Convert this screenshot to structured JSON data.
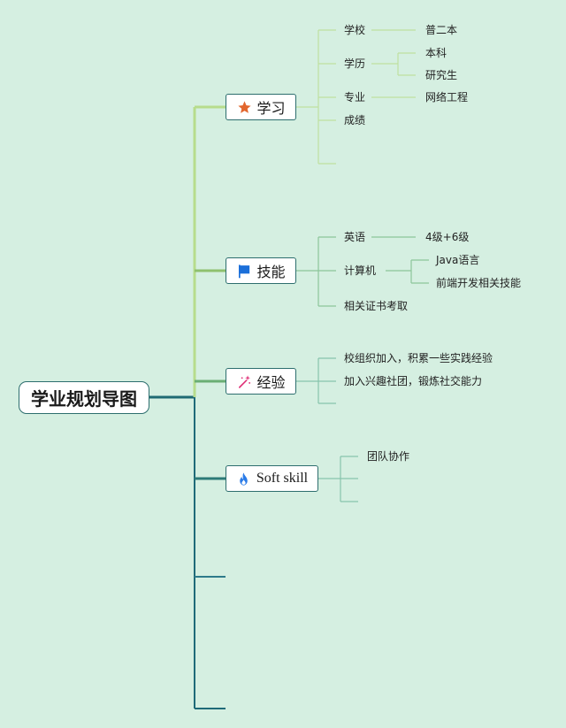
{
  "root": {
    "label": "学业规划导图"
  },
  "branches": [
    {
      "label": "学习",
      "icon": "star-icon",
      "children": [
        {
          "label": "学校",
          "children": [
            {
              "label": "普二本"
            }
          ]
        },
        {
          "label": "学历",
          "children": [
            {
              "label": "本科"
            },
            {
              "label": "研究生"
            }
          ]
        },
        {
          "label": "专业",
          "children": [
            {
              "label": "网络工程"
            }
          ]
        },
        {
          "label": "成绩"
        }
      ]
    },
    {
      "label": "技能",
      "icon": "flag-icon",
      "children": [
        {
          "label": "英语",
          "children": [
            {
              "label": "4级+6级"
            }
          ]
        },
        {
          "label": "计算机",
          "children": [
            {
              "label": "Java语言"
            },
            {
              "label": "前端开发相关技能"
            }
          ]
        },
        {
          "label": "相关证书考取"
        }
      ]
    },
    {
      "label": "经验",
      "icon": "magic-wand-icon",
      "children": [
        {
          "label": "校组织加入，积累一些实践经验"
        },
        {
          "label": "加入兴趣社团，锻炼社交能力"
        }
      ]
    },
    {
      "label": "Soft skill",
      "icon": "flame-icon",
      "children": [
        {
          "label": "团队协作"
        }
      ]
    }
  ],
  "colors": {
    "background": "#d5efe1",
    "trunk_light": "#b7dc8c",
    "trunk_mid": "#78b468",
    "trunk_teal": "#2d7a78",
    "trunk_dark": "#1f6a78",
    "leaf_light": "#bfe0a0",
    "leaf_green": "#8cc59a",
    "leaf_teal": "#86c4ac",
    "star": "#e2662e",
    "flag": "#1b6fd9",
    "wand": "#e0357a",
    "flame": "#2a7be8"
  }
}
